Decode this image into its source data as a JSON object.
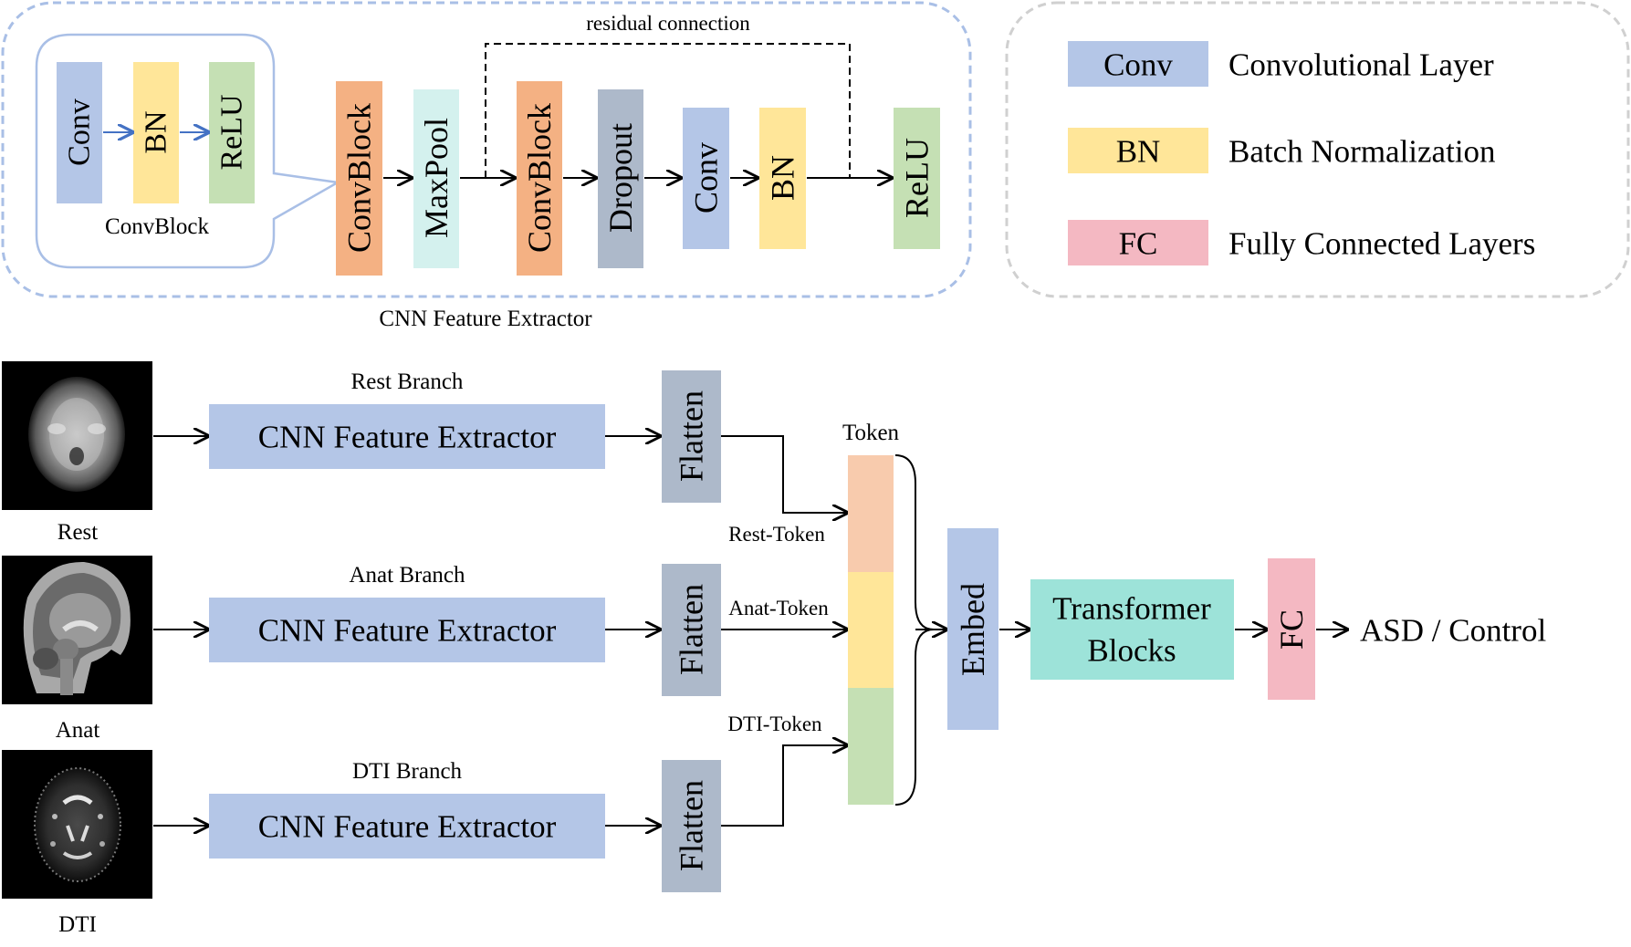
{
  "colors": {
    "conv": "#b4c6e7",
    "bn": "#ffe699",
    "relu": "#c5e0b4",
    "convblock": "#f4b183",
    "maxpool": "#d4f1ee",
    "dropout": "#adb9ca",
    "flatten": "#adb9ca",
    "fc": "#f4b8c2",
    "transformer": "#9de3d9",
    "embed": "#b4c6e7",
    "token_rest": "#f8cbad",
    "token_anat": "#ffe699",
    "token_dti": "#c5e0b4",
    "panel_border": "#a9bfe6",
    "legend_border": "#d0d0d0",
    "arrow_blue": "#4472c4"
  },
  "extractor": {
    "caption": "CNN Feature Extractor",
    "residual_label": "residual connection",
    "convblock_detail": {
      "caption": "ConvBlock",
      "conv": "Conv",
      "bn": "BN",
      "relu": "ReLU"
    },
    "pipeline": {
      "convblock1": "ConvBlock",
      "maxpool": "MaxPool",
      "convblock2": "ConvBlock",
      "dropout": "Dropout",
      "conv": "Conv",
      "bn": "BN",
      "relu": "ReLU"
    }
  },
  "legend": [
    {
      "abbr": "Conv",
      "text": "Convolutional Layer",
      "color": "#b4c6e7"
    },
    {
      "abbr": "BN",
      "text": "Batch Normalization",
      "color": "#ffe699"
    },
    {
      "abbr": "FC",
      "text": "Fully Connected Layers",
      "color": "#f4b8c2"
    }
  ],
  "branches": [
    {
      "image_label": "Rest",
      "branch_title": "Rest Branch",
      "extractor": "CNN Feature Extractor",
      "flatten": "Flatten",
      "token_label": "Rest-Token"
    },
    {
      "image_label": "Anat",
      "branch_title": "Anat Branch",
      "extractor": "CNN Feature Extractor",
      "flatten": "Flatten",
      "token_label": "Anat-Token"
    },
    {
      "image_label": "DTI",
      "branch_title": "DTI Branch",
      "extractor": "CNN Feature Extractor",
      "flatten": "Flatten",
      "token_label": "DTI-Token"
    }
  ],
  "token": {
    "title": "Token"
  },
  "head": {
    "embed": "Embed",
    "transformer_line1": "Transformer",
    "transformer_line2": "Blocks",
    "fc": "FC",
    "output": "ASD / Control"
  }
}
